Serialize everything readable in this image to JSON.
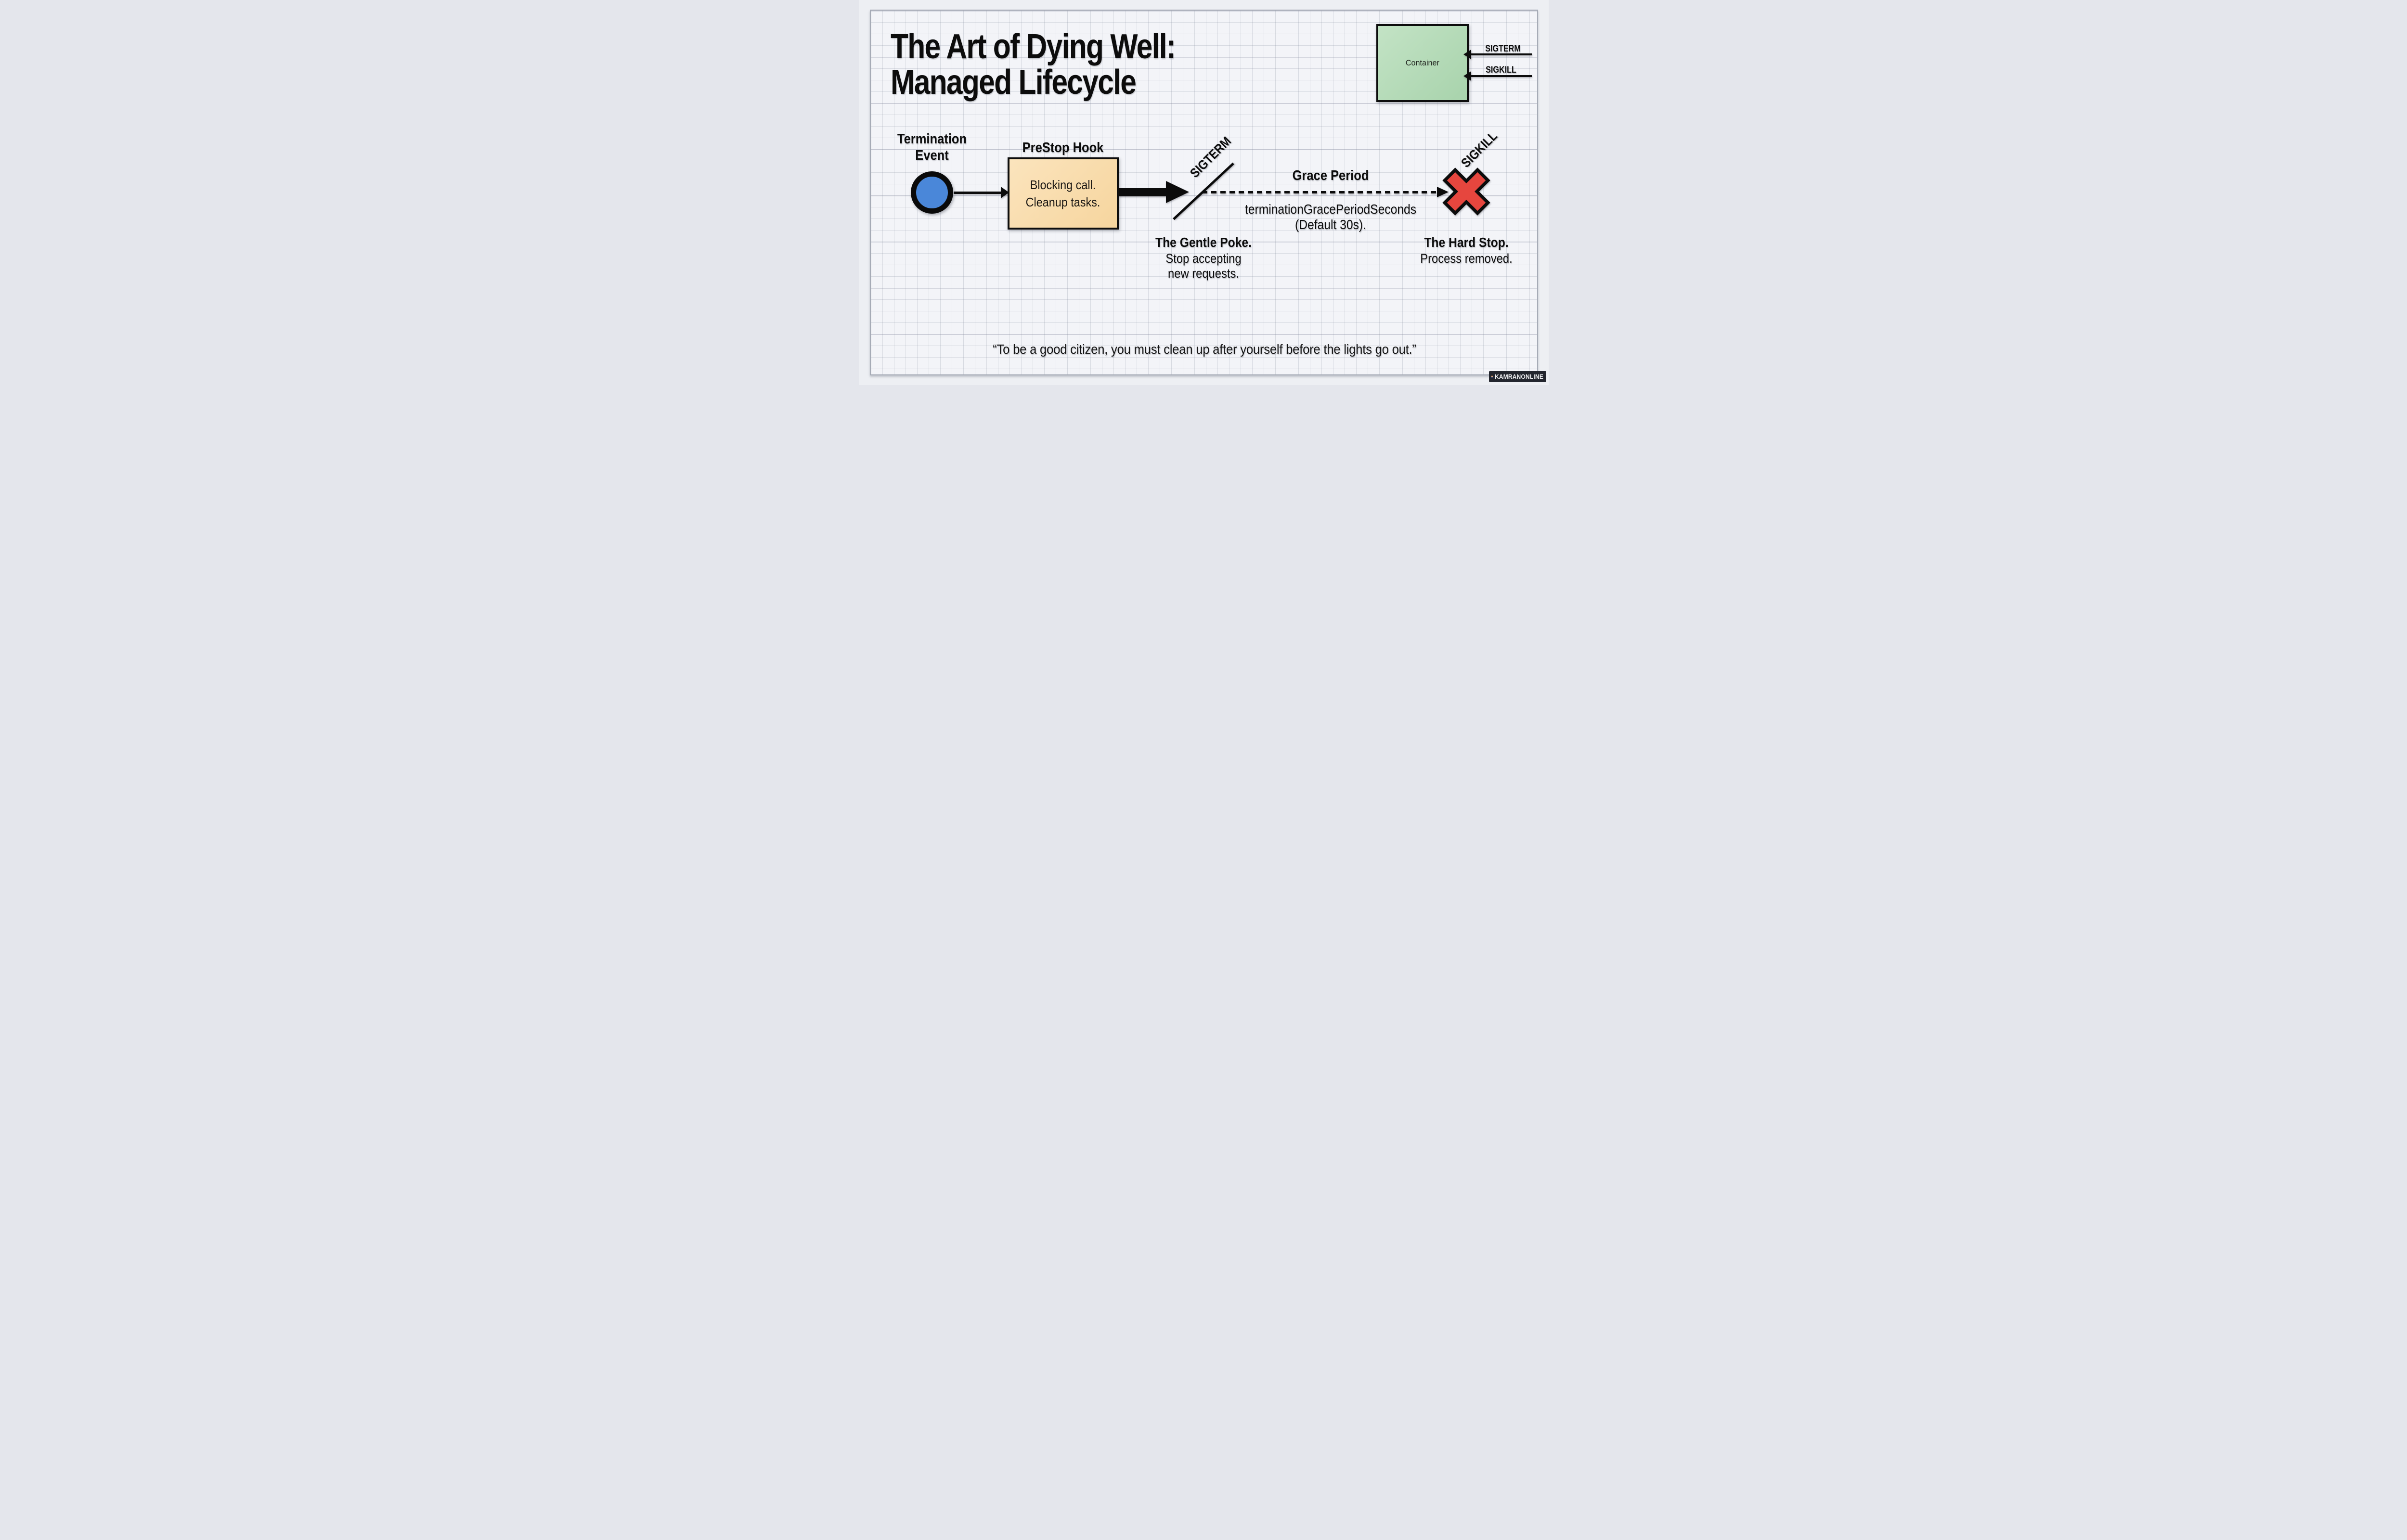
{
  "title": {
    "line1": "The Art of Dying Well:",
    "line2": "Managed Lifecycle"
  },
  "container_panel": {
    "label": "Container",
    "fill": "#b7dcb9",
    "signals": [
      {
        "label": "SIGTERM"
      },
      {
        "label": "SIGKILL"
      }
    ]
  },
  "start": {
    "label_line1": "Termination",
    "label_line2": "Event",
    "fill": "#4a87d9"
  },
  "prestop": {
    "title": "PreStop Hook",
    "line1": "Blocking call.",
    "line2": "Cleanup tasks.",
    "fill": "#f9dcab"
  },
  "sigterm_stage": {
    "label": "SIGTERM",
    "caption_title": "The Gentle Poke.",
    "caption_line1": "Stop accepting",
    "caption_line2": "new requests."
  },
  "grace": {
    "title": "Grace Period",
    "line1": "terminationGracePeriodSeconds",
    "line2": "(Default 30s)."
  },
  "sigkill_stage": {
    "label": "SIGKILL",
    "caption_title": "The Hard Stop.",
    "caption_line1": "Process removed.",
    "x_fill": "#e6463e"
  },
  "quote": "“To be a good citizen, you must clean up after yourself before the lights go out.”",
  "watermark": {
    "text": "KAMRANONLINE"
  }
}
